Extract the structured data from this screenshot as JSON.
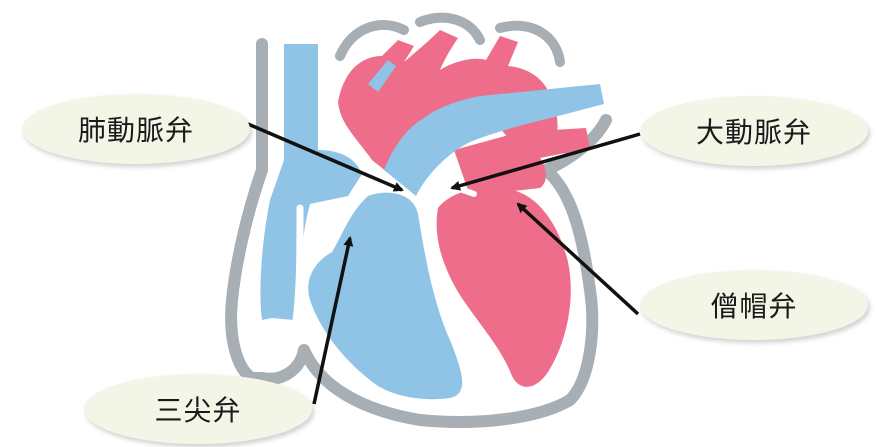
{
  "labels": {
    "pulmonary_valve": "肺動脈弁",
    "aortic_valve": "大動脈弁",
    "mitral_valve": "僧帽弁",
    "tricuspid_valve": "三尖弁"
  },
  "colors": {
    "venous_blue": "#8fc4e6",
    "arterial_red": "#ee6d8a",
    "outline_gray": "#a7aeb4",
    "label_bg": "#f3f6e6",
    "pointer": "#111111"
  }
}
